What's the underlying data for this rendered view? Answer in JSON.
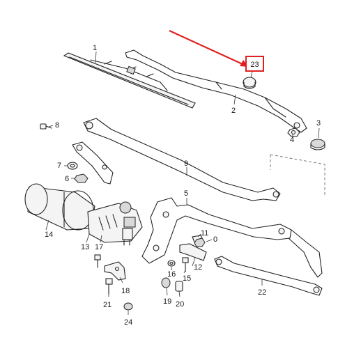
{
  "highlight": {
    "label": "23",
    "color": "#e02020"
  },
  "labels": {
    "p1": "1",
    "p2": "2",
    "p3": "3",
    "p4": "4",
    "p5": "5",
    "p6": "6",
    "p7": "7",
    "p8": "8",
    "p9": "9",
    "p10": "0",
    "p11": "11",
    "p12": "12",
    "p13": "13",
    "p14": "14",
    "p15": "15",
    "p16": "16",
    "p17": "17",
    "p18": "18",
    "p19": "19",
    "p20": "20",
    "p21": "21",
    "p22": "22",
    "p24": "24"
  }
}
